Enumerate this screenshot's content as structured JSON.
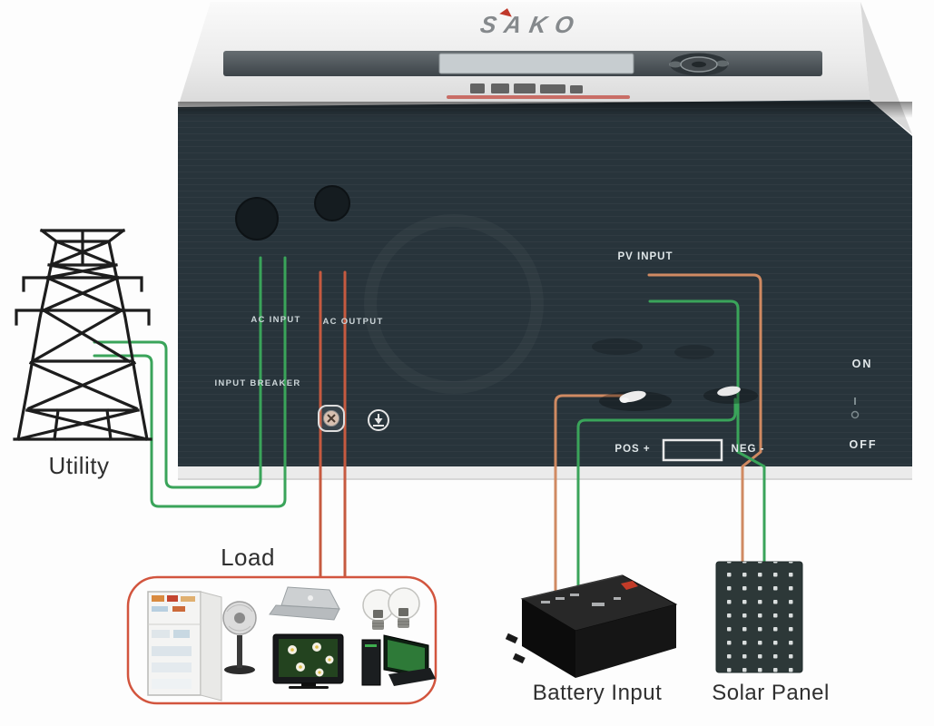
{
  "diagram": {
    "title_logo": "SAKO",
    "inverter": {
      "labels": {
        "ac_input": "AC INPUT",
        "ac_output": "AC OUTPUT",
        "input_breaker": "INPUT BREAKER",
        "pv_input": "PV INPUT",
        "pos_terminal": "POS +",
        "neg_terminal": "NEG -",
        "switch_on": "ON",
        "switch_off": "OFF"
      },
      "features": [
        "lcd-display",
        "control-dial",
        "breaker-button",
        "ground-terminal",
        "battery-wing-nut-terminals",
        "power-switch"
      ]
    },
    "nodes": {
      "utility": {
        "label": "Utility",
        "icon": "transmission-tower"
      },
      "load": {
        "label": "Load",
        "appliances": [
          "refrigerator",
          "standing-fan",
          "laptop",
          "tv",
          "light-bulb",
          "light-bulb",
          "computer"
        ]
      },
      "battery": {
        "label": "Battery Input",
        "icon": "battery"
      },
      "solar": {
        "label": "Solar Panel",
        "icon": "solar-panel"
      }
    },
    "connections": [
      {
        "from": "utility",
        "to": "ac-input",
        "color": "green",
        "wires": 2
      },
      {
        "from": "ac-output",
        "to": "load",
        "color": "orange",
        "wires": 2
      },
      {
        "from": "battery-terminals-pos-neg",
        "to": "battery",
        "colors": [
          "orange",
          "green"
        ]
      },
      {
        "from": "pv-input",
        "to": "solar-panel",
        "colors": [
          "orange",
          "green"
        ]
      }
    ]
  },
  "colors": {
    "wire_green": "#3aa45a",
    "wire_orange_pv": "#d08a62",
    "wire_orange_load": "#c65a40",
    "load_box_border": "#d2553e",
    "panel_dark": "#28343b",
    "accent_red": "#c0392b"
  }
}
